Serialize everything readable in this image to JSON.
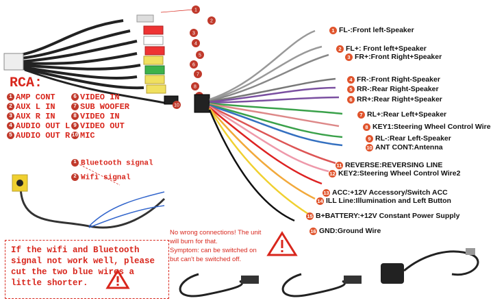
{
  "rca": {
    "title": "RCA:",
    "items": [
      {
        "n": "1",
        "label": "AMP CONT"
      },
      {
        "n": "2",
        "label": "AUX L IN"
      },
      {
        "n": "3",
        "label": "AUX R IN"
      },
      {
        "n": "4",
        "label": "AUDIO OUT L"
      },
      {
        "n": "5",
        "label": "AUDIO OUT R"
      },
      {
        "n": "6",
        "label": "VIDEO IN"
      },
      {
        "n": "7",
        "label": "SUB WOOFER"
      },
      {
        "n": "8",
        "label": "VIDEO IN"
      },
      {
        "n": "9",
        "label": "VIDEO OUT"
      },
      {
        "n": "10",
        "label": "MIC"
      }
    ]
  },
  "wires": [
    {
      "n": "1",
      "label": "FL-:Front left-Speaker"
    },
    {
      "n": "2",
      "label": "FL+:  Front left+Speaker"
    },
    {
      "n": "3",
      "label": "FR+:Front Right+Speaker"
    },
    {
      "n": "4",
      "label": "FR-:Front Right-Speaker"
    },
    {
      "n": "5",
      "label": "RR-:Rear Right-Speaker"
    },
    {
      "n": "6",
      "label": "RR+:Rear Right+Speaker"
    },
    {
      "n": "7",
      "label": "RL+:Rear Left+Speaker"
    },
    {
      "n": "8",
      "label": "KEY1:Steering Wheel Control Wire I"
    },
    {
      "n": "9",
      "label": "RL-:Rear Left-Speaker"
    },
    {
      "n": "10",
      "label": "ANT CONT:Antenna"
    },
    {
      "n": "11",
      "label": "REVERSE:REVERSING LINE"
    },
    {
      "n": "12",
      "label": "KEY2:Steering Wheel Control Wire2"
    },
    {
      "n": "13",
      "label": "ACC:+12V Accessory/Switch ACC"
    },
    {
      "n": "14",
      "label": "ILL Line:Illumination and Left Button"
    },
    {
      "n": "15",
      "label": "B+BATTERY:+12V Constant Power Supply"
    },
    {
      "n": "16",
      "label": "GND:Ground Wire"
    }
  ],
  "bluetooth": {
    "bt_n": "1",
    "bt_label": "Bluetooth signal",
    "wifi_n": "2",
    "wifi_label": "Wifi signal"
  },
  "tip": "If the wifi and Bluetooth signal not work well, please cut the two blue wires a little shorter.",
  "warning": {
    "line1": "No wrong connections! The unit",
    "line2": "will burn for that.",
    "line3": "Symptom: can be switched on",
    "line4": "but can't be switched off."
  },
  "colors": {
    "accent": "#d8261c",
    "badge": "#e0542c"
  }
}
